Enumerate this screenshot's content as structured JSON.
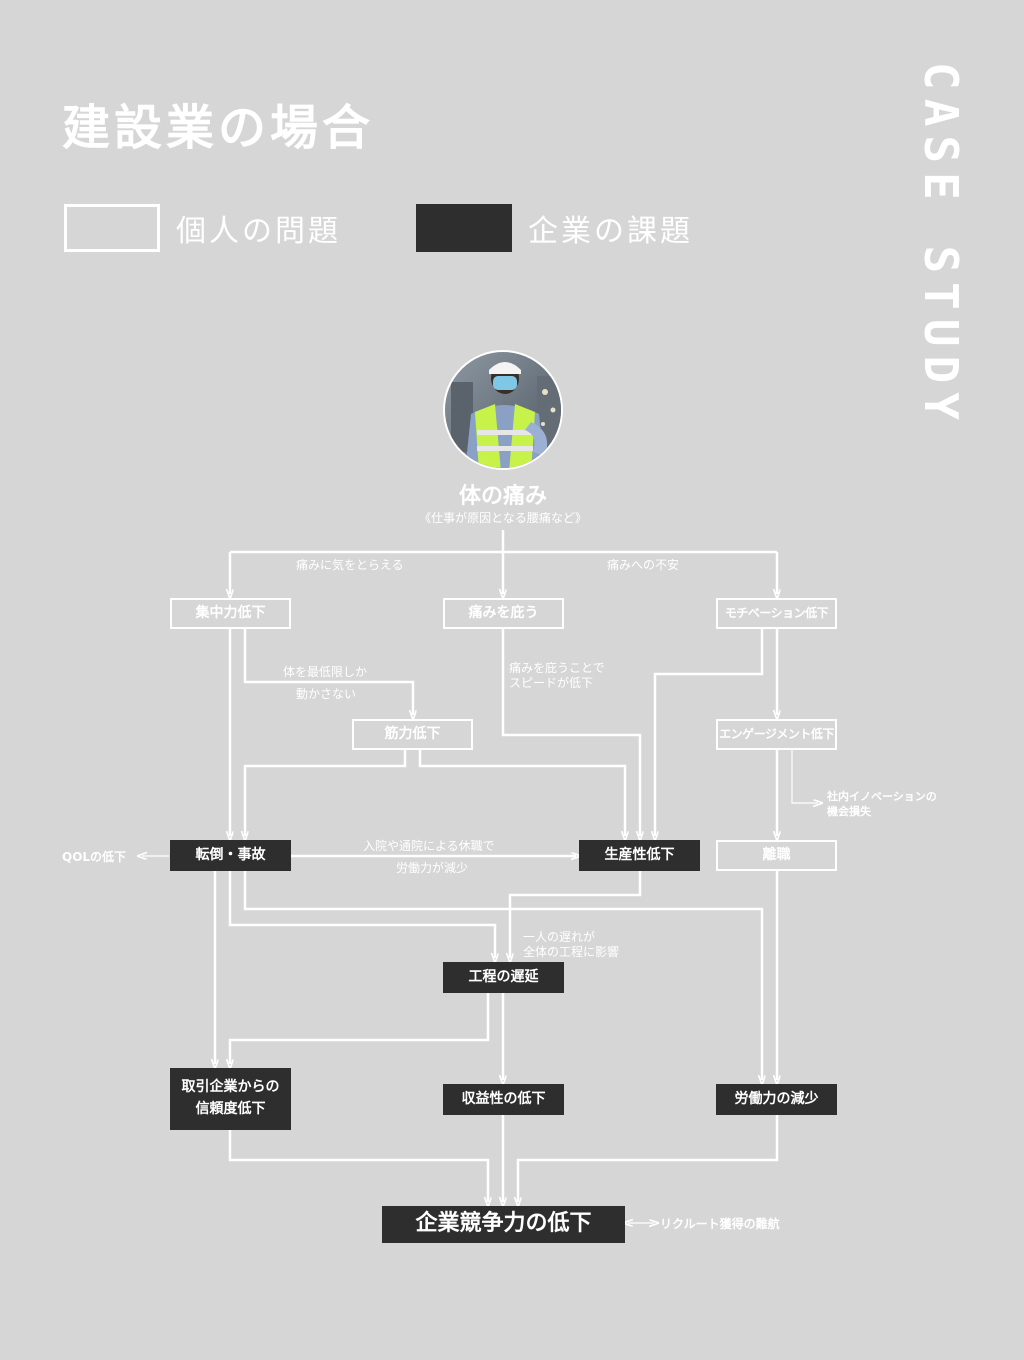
{
  "title": "建設業の場合",
  "legend": {
    "individual": "個人の問題",
    "company": "企業の課題"
  },
  "vertical_title": "CASE STUDY",
  "root": {
    "label": "体の痛み",
    "sub": "《仕事が原因となる腰痛など》"
  },
  "nodes": {
    "concentration": "集中力低下",
    "protect_pain": "痛みを庇う",
    "motivation": "モチベーション低下",
    "muscle": "筋力低下",
    "engagement": "エンゲージメント低下",
    "accident": "転倒・事故",
    "productivity": "生産性低下",
    "turnover": "離職",
    "process_delay": "工程の遅延",
    "trust_line1": "取引企業からの",
    "trust_line2": "信頼度低下",
    "profit": "収益性の低下",
    "labor": "労働力の減少",
    "competitiveness": "企業競争力の低下"
  },
  "edge_labels": {
    "pain_catch": "痛みに気をとらえる",
    "pain_anxiety": "痛みへの不安",
    "min_move_line1": "体を最低限しか",
    "min_move_line2": "動かさない",
    "speed_line1": "痛みを庇うことで",
    "speed_line2": "スピードが低下",
    "innovation_line1": "社内イノベーションの",
    "innovation_line2": "機会損失",
    "qol": "QOLの低下",
    "leave_line1": "入院や通院による休職で",
    "leave_line2": "労働力が減少",
    "delay_line1": "一人の遅れが",
    "delay_line2": "全体の工程に影響",
    "recruit": "リクルート獲得の難航"
  }
}
